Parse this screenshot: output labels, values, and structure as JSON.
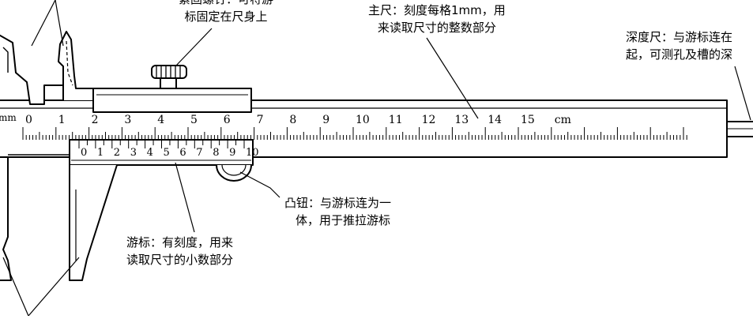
{
  "annotations": {
    "screw_line1": "紧固螺钉：可将游",
    "screw_line2": "标固定在尺身上",
    "main_line1": "主尺：刻度每格1mm，用",
    "main_line2": "来读取尺寸的整数部分",
    "depth_line1": "深度尺：与游标连在",
    "depth_line2": "起，可测孔及槽的深",
    "knob_line1": "凸钮：与游标连为一",
    "knob_line2": "体，用于推拉游标",
    "vernier_line1": "游标：有刻度，用来",
    "vernier_line2": "读取尺寸的小数部分"
  },
  "main_scale": {
    "unit_left": "mm",
    "numbers": [
      "0",
      "1",
      "2",
      "3",
      "4",
      "5",
      "6",
      "7",
      "8",
      "9",
      "10",
      "11",
      "12",
      "13",
      "14",
      "15"
    ],
    "unit_right": "cm"
  },
  "vernier_scale": {
    "numbers": [
      "0",
      "1",
      "2",
      "3",
      "4",
      "5",
      "6",
      "7",
      "8",
      "9",
      "10"
    ]
  }
}
